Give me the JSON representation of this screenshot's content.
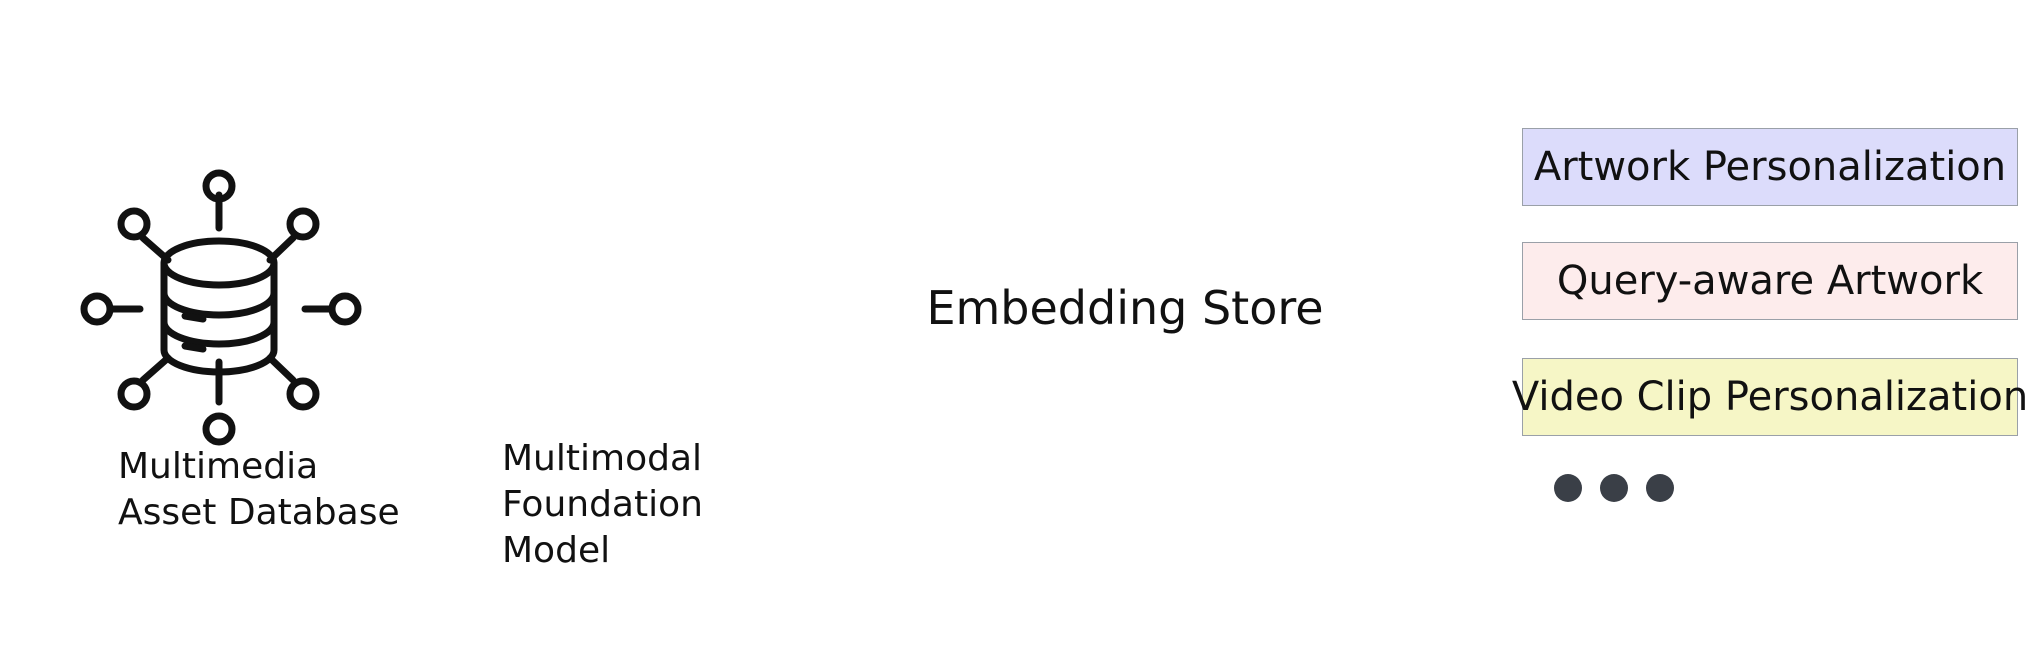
{
  "diagram": {
    "nodes": {
      "asset_db": {
        "icon": "database-network-icon",
        "label": "Multimedia\nAsset Database"
      },
      "foundation_model": {
        "icon": "neural-network-icon",
        "label": "Multimodal\nFoundation\nModel"
      },
      "embedding_store": {
        "icon": "cylinder-store-shape",
        "label": "Embedding Store",
        "fill": "#cfe2fb",
        "stroke": "#9aa0a8"
      }
    },
    "applications": [
      {
        "label": "Artwork Personalization",
        "fill": "#dcdcfb"
      },
      {
        "label": "Query-aware Artwork",
        "fill": "#fdecec"
      },
      {
        "label": "Video Clip Personalization",
        "fill": "#f6f6c6"
      }
    ],
    "more_indicator": "ellipsis-dots-icon",
    "colors": {
      "arrow": "#000000",
      "dots": "#3a3f47",
      "icon": "#111111"
    }
  }
}
